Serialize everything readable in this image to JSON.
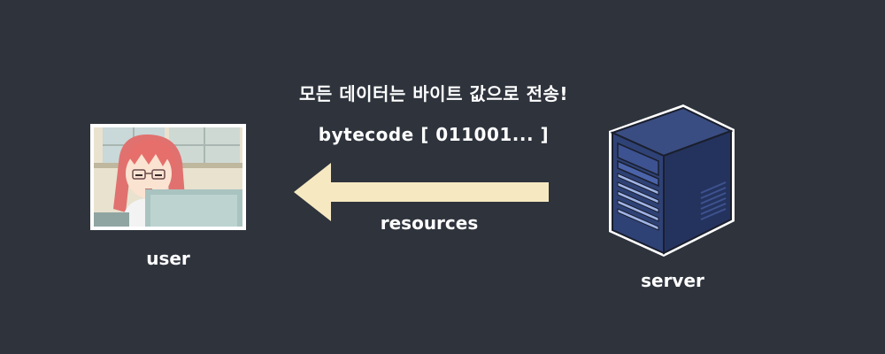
{
  "diagram": {
    "headline": "모든 데이터는 바이트 값으로 전송!",
    "bytecode": "bytecode [ 011001... ]",
    "arrow_label": "resources",
    "user_label": "user",
    "server_label": "server"
  },
  "colors": {
    "background": "#2e333c",
    "arrow": "#f6e9c1",
    "text": "#ffffff",
    "server_body": "#2a3a6b",
    "server_outline": "#1a1f2e"
  },
  "icons": {
    "user": "user-avatar-image",
    "server": "server-icon"
  }
}
